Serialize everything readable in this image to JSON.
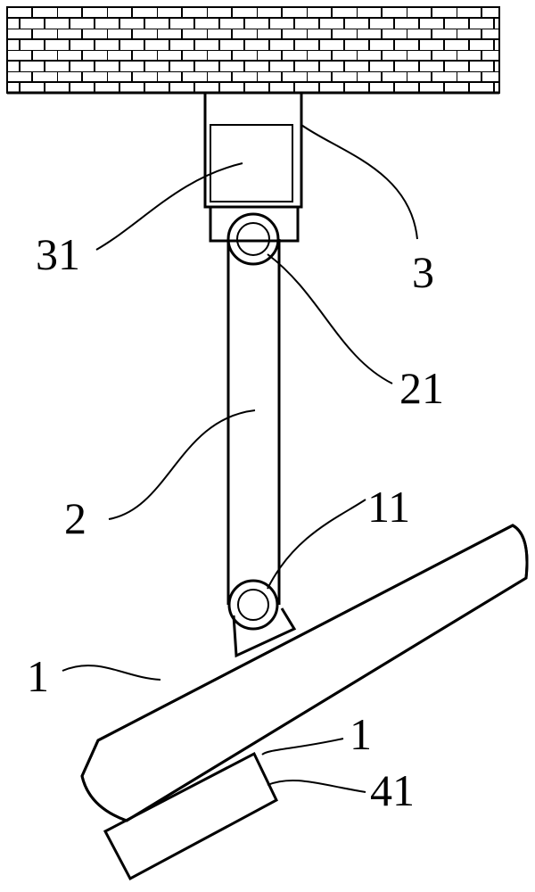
{
  "labels": {
    "l31": "31",
    "l3": "3",
    "l21": "21",
    "l2": "2",
    "l11": "11",
    "l1a": "1",
    "l1b": "1",
    "l41": "41"
  }
}
